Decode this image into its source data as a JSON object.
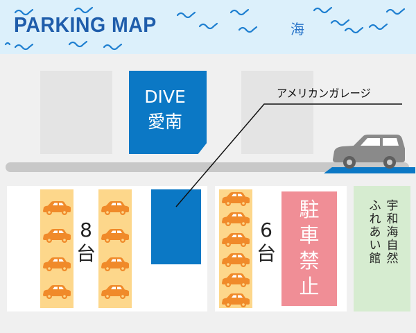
{
  "map": {
    "title": "PARKING MAP",
    "sea_label": "海",
    "building": {
      "label_line1": "DIVE",
      "label_line2": "愛南"
    },
    "callout_label": "アメリカンガレージ",
    "left_lot": {
      "count_line1": "8",
      "count_line2": "台",
      "car_count": 8
    },
    "middle_lot": {
      "count_line1": "6",
      "count_line2": "台",
      "car_count": 6
    },
    "no_parking": {
      "lines": [
        "駐",
        "車",
        "禁",
        "止"
      ]
    },
    "hall": {
      "col_right": "宇和海自然",
      "col_left": "ふれあい館"
    }
  },
  "colors": {
    "brand_blue": "#0b78c5",
    "title_blue": "#1f5dab",
    "sea": "#dcf0fb",
    "car_orange": "#f08a2a",
    "parking_yellow": "#fdd78b",
    "no_parking_pink": "#f08e96",
    "hall_green": "#d6ecd0",
    "garage_car_gray": "#8a8a8a"
  },
  "icons": {
    "parked_car": "car-icon",
    "garage_car": "suv-icon",
    "wave": "wave-icon"
  }
}
